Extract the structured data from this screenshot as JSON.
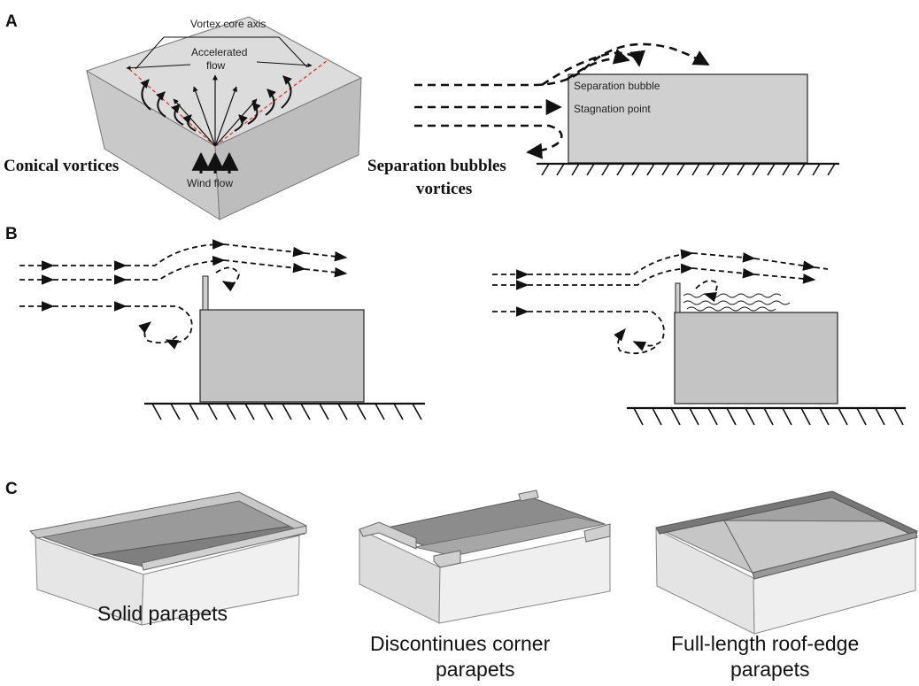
{
  "panels": {
    "a": {
      "letter": "A",
      "conical": {
        "title": "Conical vortices",
        "vortex_label": "Vortex core axis",
        "accelerated_line1": "Accelerated",
        "accelerated_line2": "flow",
        "wind_label": "Wind flow"
      },
      "separation": {
        "title_line1": "Separation bubbles",
        "title_line2": "vortices",
        "bubble_label": "Separation bubble",
        "stagnation_label": "Stagnation point"
      }
    },
    "b": {
      "letter": "B"
    },
    "c": {
      "letter": "C",
      "captions": [
        {
          "line1": "Solid parapets",
          "line2": ""
        },
        {
          "line1": "Discontinues corner",
          "line2": "parapets"
        },
        {
          "line1": "Full-length roof-edge",
          "line2": "parapets"
        }
      ]
    }
  },
  "colors": {
    "building_front": "#bdbdbd",
    "building_top": "#d9d9d9",
    "building_side": "#c6c6c6",
    "roof_dark": "#8f8f8f",
    "roof_mid": "#a5a5a5",
    "wall_light": "#ececec",
    "wall_shade": "#d0d0d0",
    "core_axis": "#e0301e",
    "line": "#111111"
  }
}
